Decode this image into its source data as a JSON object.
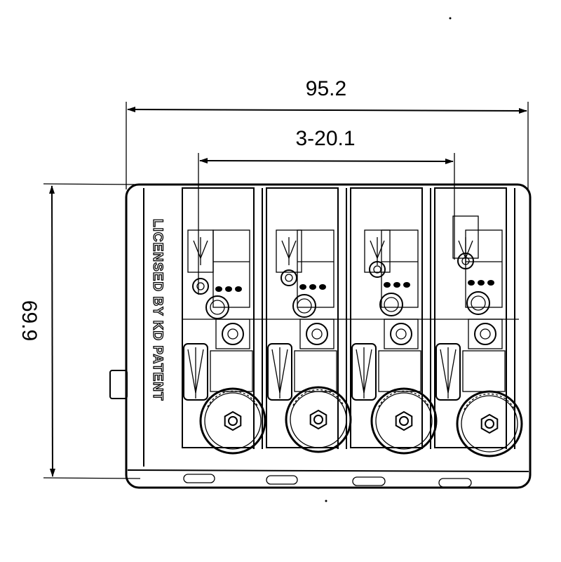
{
  "dimensions": {
    "overall_width": "95.2",
    "string_spacing": "3-20.1",
    "overall_length": "69.9"
  },
  "engraving": "LICENSED BY KD PATENT",
  "saddles": [
    {
      "name": "saddle-1"
    },
    {
      "name": "saddle-2"
    },
    {
      "name": "saddle-3"
    },
    {
      "name": "saddle-4"
    }
  ]
}
